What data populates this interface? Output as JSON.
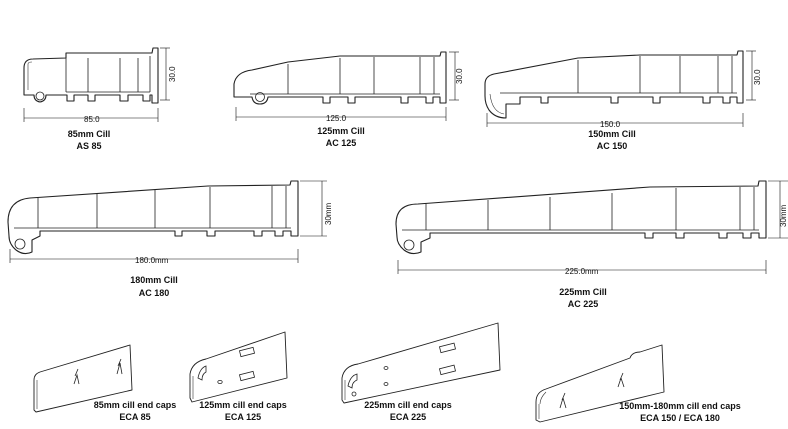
{
  "profiles": [
    {
      "dim": "30.0",
      "width": "85.0",
      "name": "85mm Cill",
      "code": "AS 85"
    },
    {
      "dim": "30.0",
      "width": "125.0",
      "name": "125mm Cill",
      "code": "AC 125"
    },
    {
      "dim": "30.0",
      "width": "150.0",
      "name": "150mm Cill",
      "code": "AC 150"
    },
    {
      "dim": "30mm",
      "width": "180.0mm",
      "name": "180mm Cill",
      "code": "AC 180"
    },
    {
      "dim": "30mm",
      "width": "225.0mm",
      "name": "225mm Cill",
      "code": "AC 225"
    }
  ],
  "end_caps": [
    {
      "name": "85mm cill end caps",
      "code": "ECA 85"
    },
    {
      "name": "125mm cill end caps",
      "code": "ECA 125"
    },
    {
      "name": "225mm cill end caps",
      "code": "ECA 225"
    },
    {
      "name": "150mm-180mm cill end caps",
      "code": "ECA 150 / ECA 180"
    }
  ]
}
